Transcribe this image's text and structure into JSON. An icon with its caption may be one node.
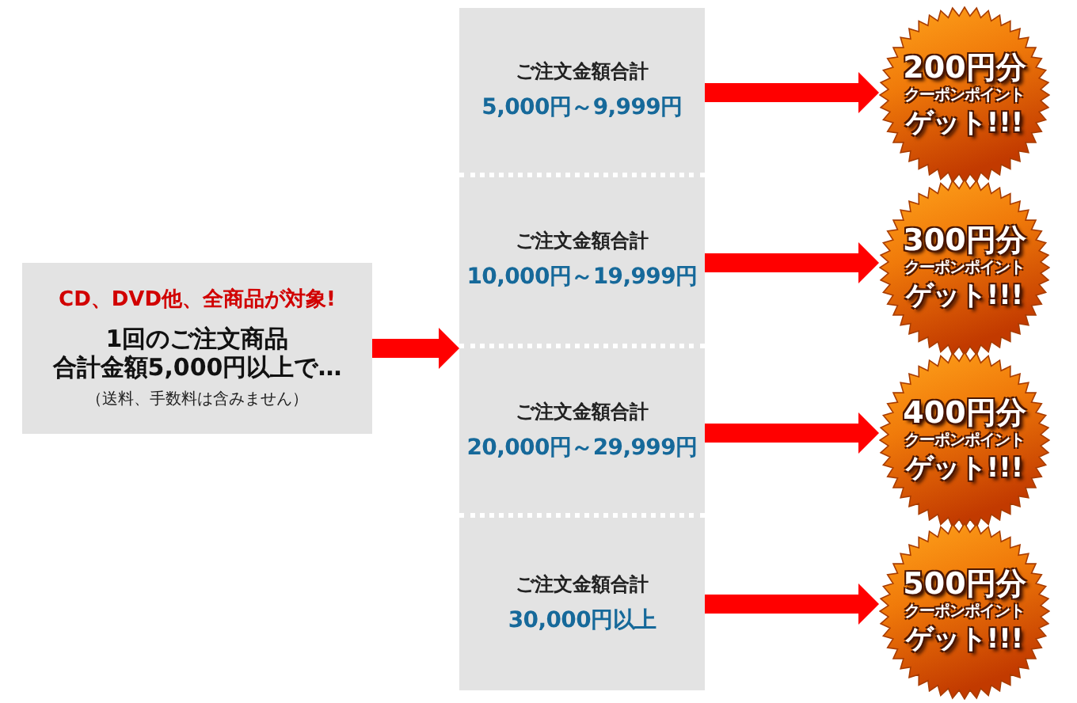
{
  "diagram": {
    "nodes": [
      {
        "text": [
          "CD、DVD他、全商品が対象!",
          "1回のご注文商品合計金額5,000円以上で…",
          "（送料、手数料は含みません）"
        ]
      },
      {
        "text": [],
        "shape": "box"
      },
      {
        "text": [
          "ご注文金額合計",
          "5,000円～9,999円"
        ],
        "in": 1
      },
      {
        "text": [
          "ご注文金額合計",
          "10,000円～19,999円"
        ],
        "in": 1
      },
      {
        "text": [
          "ご注文金額合計",
          "20,000円～29,999円"
        ],
        "in": 1
      },
      {
        "text": [
          "ご注文金額合計",
          "30,000円以上"
        ],
        "in": 1
      },
      {
        "text": [
          "200円分",
          "クーポンポイント",
          "ゲット!!!"
        ]
      },
      {
        "text": [
          "300円分",
          "クーポンポイント",
          "ゲット!!!"
        ]
      },
      {
        "text": [
          "400円分",
          "クーポンポイント",
          "ゲット!!!"
        ]
      },
      {
        "text": [
          "500円分",
          "クーポンポイント",
          "ゲット!!!"
        ]
      }
    ],
    "edges": [
      {
        "from": 0,
        "to": 1,
        "arrow": "to"
      },
      {
        "from": 2,
        "to": 6,
        "arrow": "to"
      },
      {
        "from": 3,
        "to": 7,
        "arrow": "to"
      },
      {
        "from": 4,
        "to": 8,
        "arrow": "to"
      },
      {
        "from": 5,
        "to": 9,
        "arrow": "to"
      }
    ]
  }
}
